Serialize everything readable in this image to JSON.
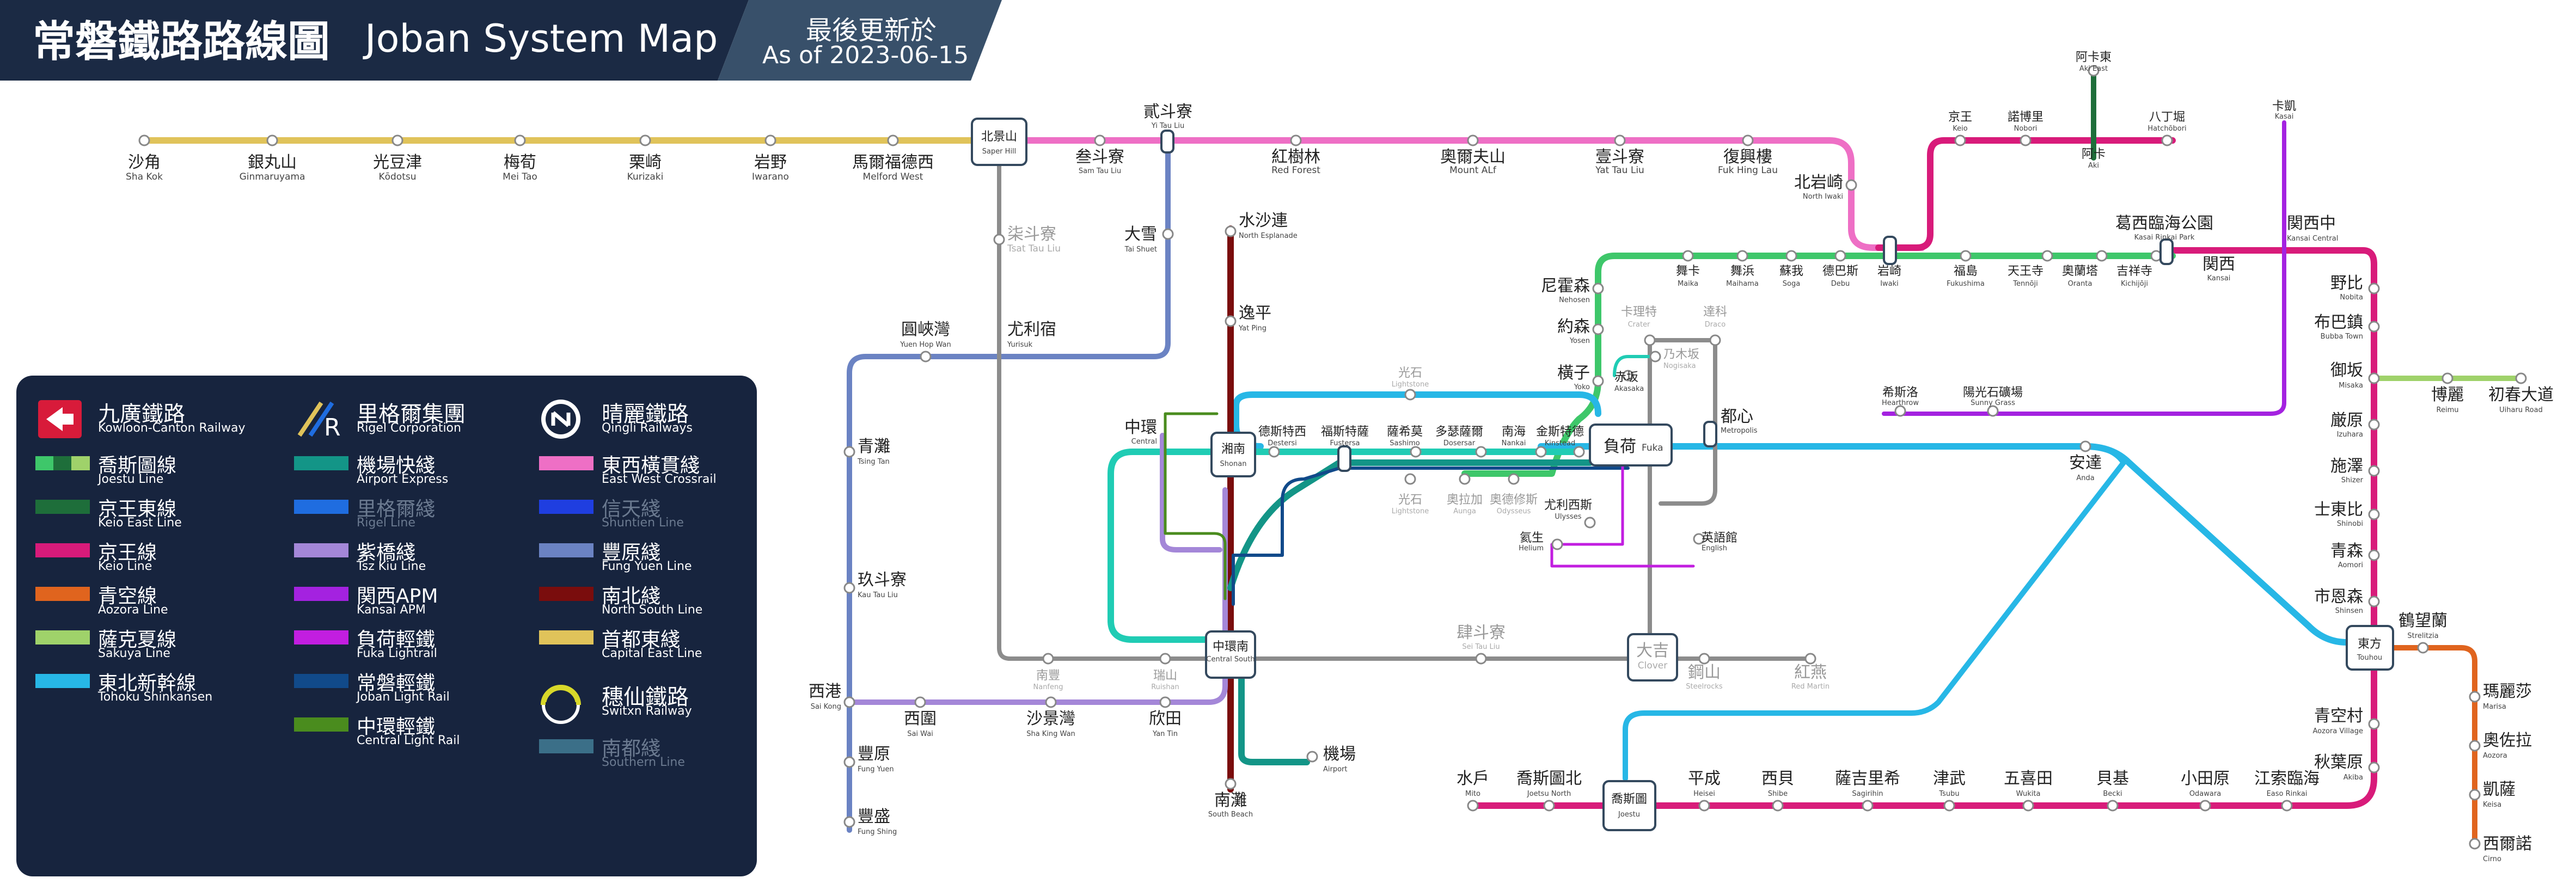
{
  "header": {
    "title_zh": "常磐鐵路路線圖",
    "title_en": "Joban System Map",
    "updated_label": "最後更新於",
    "as_of": "As of   2023-06-15"
  },
  "colors": {
    "header_bg": "#1b2a44",
    "capital_east": "#e0c35a",
    "east_west": "#ee6fc5",
    "joestu": "#3ec76a",
    "keio": "#d81b7a",
    "tohoku": "#27b7e6",
    "north_south": "#7a0d0d",
    "tsz_kiu": "#a487d8",
    "fung_yuen": "#6b83c3",
    "kansai_apm": "#a422e0",
    "aozora": "#e0641e",
    "sakuya": "#9fd26a",
    "keio_east": "#1e6e3a",
    "airport": "#139587",
    "fuka_lightrail": "#c21ee0",
    "joban_lightrail": "#114a8a",
    "central_lightrail": "#4a8c1e",
    "swift_yellow": "#d8d82a",
    "southern": "#3b6f88",
    "rigel": "#1f6de0",
    "qingli": "#888888",
    "legend_bg": "#17243e"
  },
  "stations": {
    "sha_kok": {
      "zh": "沙角",
      "en": "Sha Kok"
    },
    "ginmaruyama": {
      "zh": "銀丸山",
      "en": "Ginmaruyama"
    },
    "kodotsu": {
      "zh": "光豆津",
      "en": "Kōdotsu"
    },
    "mei_tao": {
      "zh": "梅荀",
      "en": "Mei Tao"
    },
    "kurizaki": {
      "zh": "栗崎",
      "en": "Kurizaki"
    },
    "iwarano": {
      "zh": "岩野",
      "en": "Iwarano"
    },
    "melford_west": {
      "zh": "馬爾福德西",
      "en": "Melford West"
    },
    "saper_hill": {
      "zh": "北景山",
      "en": "Saper Hill"
    },
    "sam_tau_liu": {
      "zh": "叁斗寮",
      "en": "Sam Tau Liu"
    },
    "yi_tau_liu": {
      "zh": "貳斗寮",
      "en": "Yi Tau Liu"
    },
    "red_forest": {
      "zh": "紅樹林",
      "en": "Red Forest"
    },
    "mount_alf": {
      "zh": "奧爾夫山",
      "en": "Mount ALf"
    },
    "yat_tau_liu": {
      "zh": "壹斗寮",
      "en": "Yat Tau Liu"
    },
    "fuk_hing_lau": {
      "zh": "復興樓",
      "en": "Fuk Hing Lau"
    },
    "north_iwaki": {
      "zh": "北岩崎",
      "en": "North Iwaki"
    },
    "keio": {
      "zh": "京王",
      "en": "Keio"
    },
    "nobori": {
      "zh": "諾博里",
      "en": "Nobori"
    },
    "aki_east": {
      "zh": "阿卡東",
      "en": "Aki East"
    },
    "aki": {
      "zh": "阿卡",
      "en": "Aki"
    },
    "hatchobori": {
      "zh": "八丁堀",
      "en": "Hatchōbori"
    },
    "kasai": {
      "zh": "卡凱",
      "en": "Kasai"
    },
    "tsat_tau_liu": {
      "zh": "柒斗寮",
      "en": "Tsat Tau Liu"
    },
    "tai_shuet": {
      "zh": "大雪",
      "en": "Tai Shuet"
    },
    "north_esplanade": {
      "zh": "水沙連",
      "en": "North Esplanade"
    },
    "yat_ping": {
      "zh": "逸平",
      "en": "Yat Ping"
    },
    "yuen_hop_wan": {
      "zh": "圓峽灣",
      "en": "Yuen Hop Wan"
    },
    "yurisuk": {
      "zh": "尤利宿",
      "en": "Yurisuk"
    },
    "kasai_rinkai_park": {
      "zh": "葛西臨海公園",
      "en": "Kasai Rinkai Park"
    },
    "kansai_central": {
      "zh": "関西中",
      "en": "Kansai Central"
    },
    "kansai": {
      "zh": "関西",
      "en": "Kansai"
    },
    "nehosen": {
      "zh": "尼霍森",
      "en": "Nehosen"
    },
    "maika": {
      "zh": "舞卡",
      "en": "Maika"
    },
    "maihama": {
      "zh": "舞浜",
      "en": "Maihama"
    },
    "soga": {
      "zh": "蘇我",
      "en": "Soga"
    },
    "debu": {
      "zh": "德巴斯",
      "en": "Debu"
    },
    "iwaki": {
      "zh": "岩崎",
      "en": "Iwaki"
    },
    "fukushima": {
      "zh": "福島",
      "en": "Fukushima"
    },
    "tennoji": {
      "zh": "天王寺",
      "en": "Tennōji"
    },
    "oranta": {
      "zh": "奧蘭塔",
      "en": "Oranta"
    },
    "kichijoji": {
      "zh": "吉祥寺",
      "en": "Kichijōji"
    },
    "crater": {
      "zh": "卡理特",
      "en": "Crater"
    },
    "draco": {
      "zh": "達科",
      "en": "Draco"
    },
    "yosen": {
      "zh": "約森",
      "en": "Yosen"
    },
    "nogisaka": {
      "zh": "乃木坂",
      "en": "Nogisaka"
    },
    "akasaka": {
      "zh": "赤坂",
      "en": "Akasaka"
    },
    "yoko": {
      "zh": "橫子",
      "en": "Yoko"
    },
    "nobita": {
      "zh": "野比",
      "en": "Nobita"
    },
    "bubba_town": {
      "zh": "布巴鎮",
      "en": "Bubba Town"
    },
    "misaka": {
      "zh": "御坂",
      "en": "Misaka"
    },
    "reimu": {
      "zh": "博麗",
      "en": "Reimu"
    },
    "uiharu_road": {
      "zh": "初春大道",
      "en": "Uiharu Road"
    },
    "izuhara": {
      "zh": "厳原",
      "en": "Izuhara"
    },
    "shizer": {
      "zh": "施澤",
      "en": "Shizer"
    },
    "shinobi": {
      "zh": "士東比",
      "en": "Shinobi"
    },
    "aomori": {
      "zh": "青森",
      "en": "Aomori"
    },
    "shinsen": {
      "zh": "市恩森",
      "en": "Shinsen"
    },
    "tsing_tan": {
      "zh": "青灘",
      "en": "Tsing Tan"
    },
    "central": {
      "zh": "中環",
      "en": "Central"
    },
    "shonan": {
      "zh": "湘南",
      "en": "Shonan"
    },
    "destersi": {
      "zh": "德斯特西",
      "en": "Destersi"
    },
    "fustersa": {
      "zh": "福斯特薩",
      "en": "Fustersa"
    },
    "sashimo": {
      "zh": "薩希莫",
      "en": "Sashimo"
    },
    "dosersar": {
      "zh": "多瑟薩爾",
      "en": "Dosersar"
    },
    "nankai": {
      "zh": "南海",
      "en": "Nankai"
    },
    "kinstead": {
      "zh": "金斯特德",
      "en": "Kinstead"
    },
    "fuka": {
      "zh": "負荷",
      "en": "Fuka"
    },
    "metropolis": {
      "zh": "都心",
      "en": "Metropolis"
    },
    "hearthrow": {
      "zh": "希斯洛",
      "en": "Hearthrow"
    },
    "sunny_grass": {
      "zh": "陽光石礦場",
      "en": "Sunny Grass"
    },
    "lightstone_n": {
      "zh": "光石",
      "en": "Lightstone"
    },
    "lightstone_s": {
      "zh": "光石",
      "en": "Lightstone"
    },
    "aunga": {
      "zh": "奧拉加",
      "en": "Aunga"
    },
    "odysseus": {
      "zh": "奧德修斯",
      "en": "Odysseus"
    },
    "ulysses": {
      "zh": "尤利西斯",
      "en": "Ulysses"
    },
    "helium": {
      "zh": "氦生",
      "en": "Helium"
    },
    "english": {
      "zh": "英語館",
      "en": "English"
    },
    "anda": {
      "zh": "安達",
      "en": "Anda"
    },
    "kau_tau_liu": {
      "zh": "玖斗寮",
      "en": "Kau Tau Liu"
    },
    "central_south": {
      "zh": "中環南",
      "en": "Central South"
    },
    "sei_tau_liu": {
      "zh": "肆斗寮",
      "en": "Sei Tau Liu"
    },
    "clover": {
      "zh": "大吉",
      "en": "Clover"
    },
    "steelrocks": {
      "zh": "鋼山",
      "en": "Steelrocks"
    },
    "red_martin": {
      "zh": "紅燕",
      "en": "Red Martin"
    },
    "nanfeng": {
      "zh": "南豐",
      "en": "Nanfeng"
    },
    "ruishan": {
      "zh": "瑞山",
      "en": "Ruishan"
    },
    "sai_kong": {
      "zh": "西港",
      "en": "Sai Kong"
    },
    "sai_wai": {
      "zh": "西圍",
      "en": "Sai Wai"
    },
    "sha_king_wan": {
      "zh": "沙景灣",
      "en": "Sha King Wan"
    },
    "yan_tin": {
      "zh": "欣田",
      "en": "Yan Tin"
    },
    "fung_yuen": {
      "zh": "豐原",
      "en": "Fung Yuen"
    },
    "fung_shing": {
      "zh": "豐盛",
      "en": "Fung Shing"
    },
    "south_beach": {
      "zh": "南灘",
      "en": "South Beach"
    },
    "airport": {
      "zh": "機場",
      "en": "Airport"
    },
    "touhou": {
      "zh": "東方",
      "en": "Touhou"
    },
    "strelitzia": {
      "zh": "鶴望蘭",
      "en": "Strelitzia"
    },
    "aozora_village": {
      "zh": "青空村",
      "en": "Aozora Village"
    },
    "akiba": {
      "zh": "秋葉原",
      "en": "Akiba"
    },
    "marisa": {
      "zh": "瑪麗莎",
      "en": "Marisa"
    },
    "aozora": {
      "zh": "奧佐拉",
      "en": "Aozora"
    },
    "keisa": {
      "zh": "凱薩",
      "en": "Keisa"
    },
    "cirno": {
      "zh": "西爾諾",
      "en": "Cirno"
    },
    "mito": {
      "zh": "水戶",
      "en": "Mito"
    },
    "joetsu_north": {
      "zh": "喬斯圖北",
      "en": "Joetsu North"
    },
    "joestu": {
      "zh": "喬斯圖",
      "en": "Joestu"
    },
    "heisei": {
      "zh": "平成",
      "en": "Heisei"
    },
    "shibe": {
      "zh": "西貝",
      "en": "Shibe"
    },
    "sagirihin": {
      "zh": "薩吉里希",
      "en": "Sagirihin"
    },
    "tsubu": {
      "zh": "津武",
      "en": "Tsubu"
    },
    "wukita": {
      "zh": "五喜田",
      "en": "Wukita"
    },
    "becki": {
      "zh": "貝基",
      "en": "Becki"
    },
    "odawara": {
      "zh": "小田原",
      "en": "Odawara"
    },
    "easo_rinkai": {
      "zh": "江索臨海",
      "en": "Easo Rinkai"
    }
  },
  "legend": {
    "companies": {
      "kcr": {
        "zh": "九廣鐵路",
        "en": "Kowloon-Canton Railway"
      },
      "rigel": {
        "zh": "里格爾集團",
        "en": "Rigel Corporation"
      },
      "qingli": {
        "zh": "晴麗鐵路",
        "en": "Qingli Railways"
      },
      "switxn": {
        "zh": "穗仙鐵路",
        "en": "Switxn Railway"
      }
    },
    "lines": {
      "joestu": {
        "zh": "喬斯圖線",
        "en": "Joestu Line"
      },
      "keio_east": {
        "zh": "京王東線",
        "en": "Keio East Line"
      },
      "keio": {
        "zh": "京王線",
        "en": "Keio Line"
      },
      "aozora": {
        "zh": "青空線",
        "en": "Aozora Line"
      },
      "sakuya": {
        "zh": "薩克夏線",
        "en": "Sakuya Line"
      },
      "tohoku": {
        "zh": "東北新幹線",
        "en": "Tohoku Shinkansen"
      },
      "airport": {
        "zh": "機場快綫",
        "en": "Airport Express"
      },
      "rigel": {
        "zh": "里格爾綫",
        "en": "Rigel Line"
      },
      "tsz_kiu": {
        "zh": "紫橋綫",
        "en": "Tsz Kiu Line"
      },
      "kansai_apm": {
        "zh": "関西APM",
        "en": "Kansai APM"
      },
      "fuka": {
        "zh": "負荷輕鐵",
        "en": "Fuka Lightrail"
      },
      "joban_lr": {
        "zh": "常磐輕鐵",
        "en": "Joban Light Rail"
      },
      "central_lr": {
        "zh": "中環輕鐵",
        "en": "Central Light Rail"
      },
      "east_west": {
        "zh": "東西橫貫綫",
        "en": "East West Crossrail"
      },
      "shuntien": {
        "zh": "信天綫",
        "en": "Shuntien Line"
      },
      "fung_yuen": {
        "zh": "豐原綫",
        "en": "Fung Yuen Line"
      },
      "north_south": {
        "zh": "南北綫",
        "en": "North South Line"
      },
      "capital_east": {
        "zh": "首都東綫",
        "en": "Capital East Line"
      },
      "southern": {
        "zh": "南都綫",
        "en": "Southern Line"
      }
    }
  }
}
